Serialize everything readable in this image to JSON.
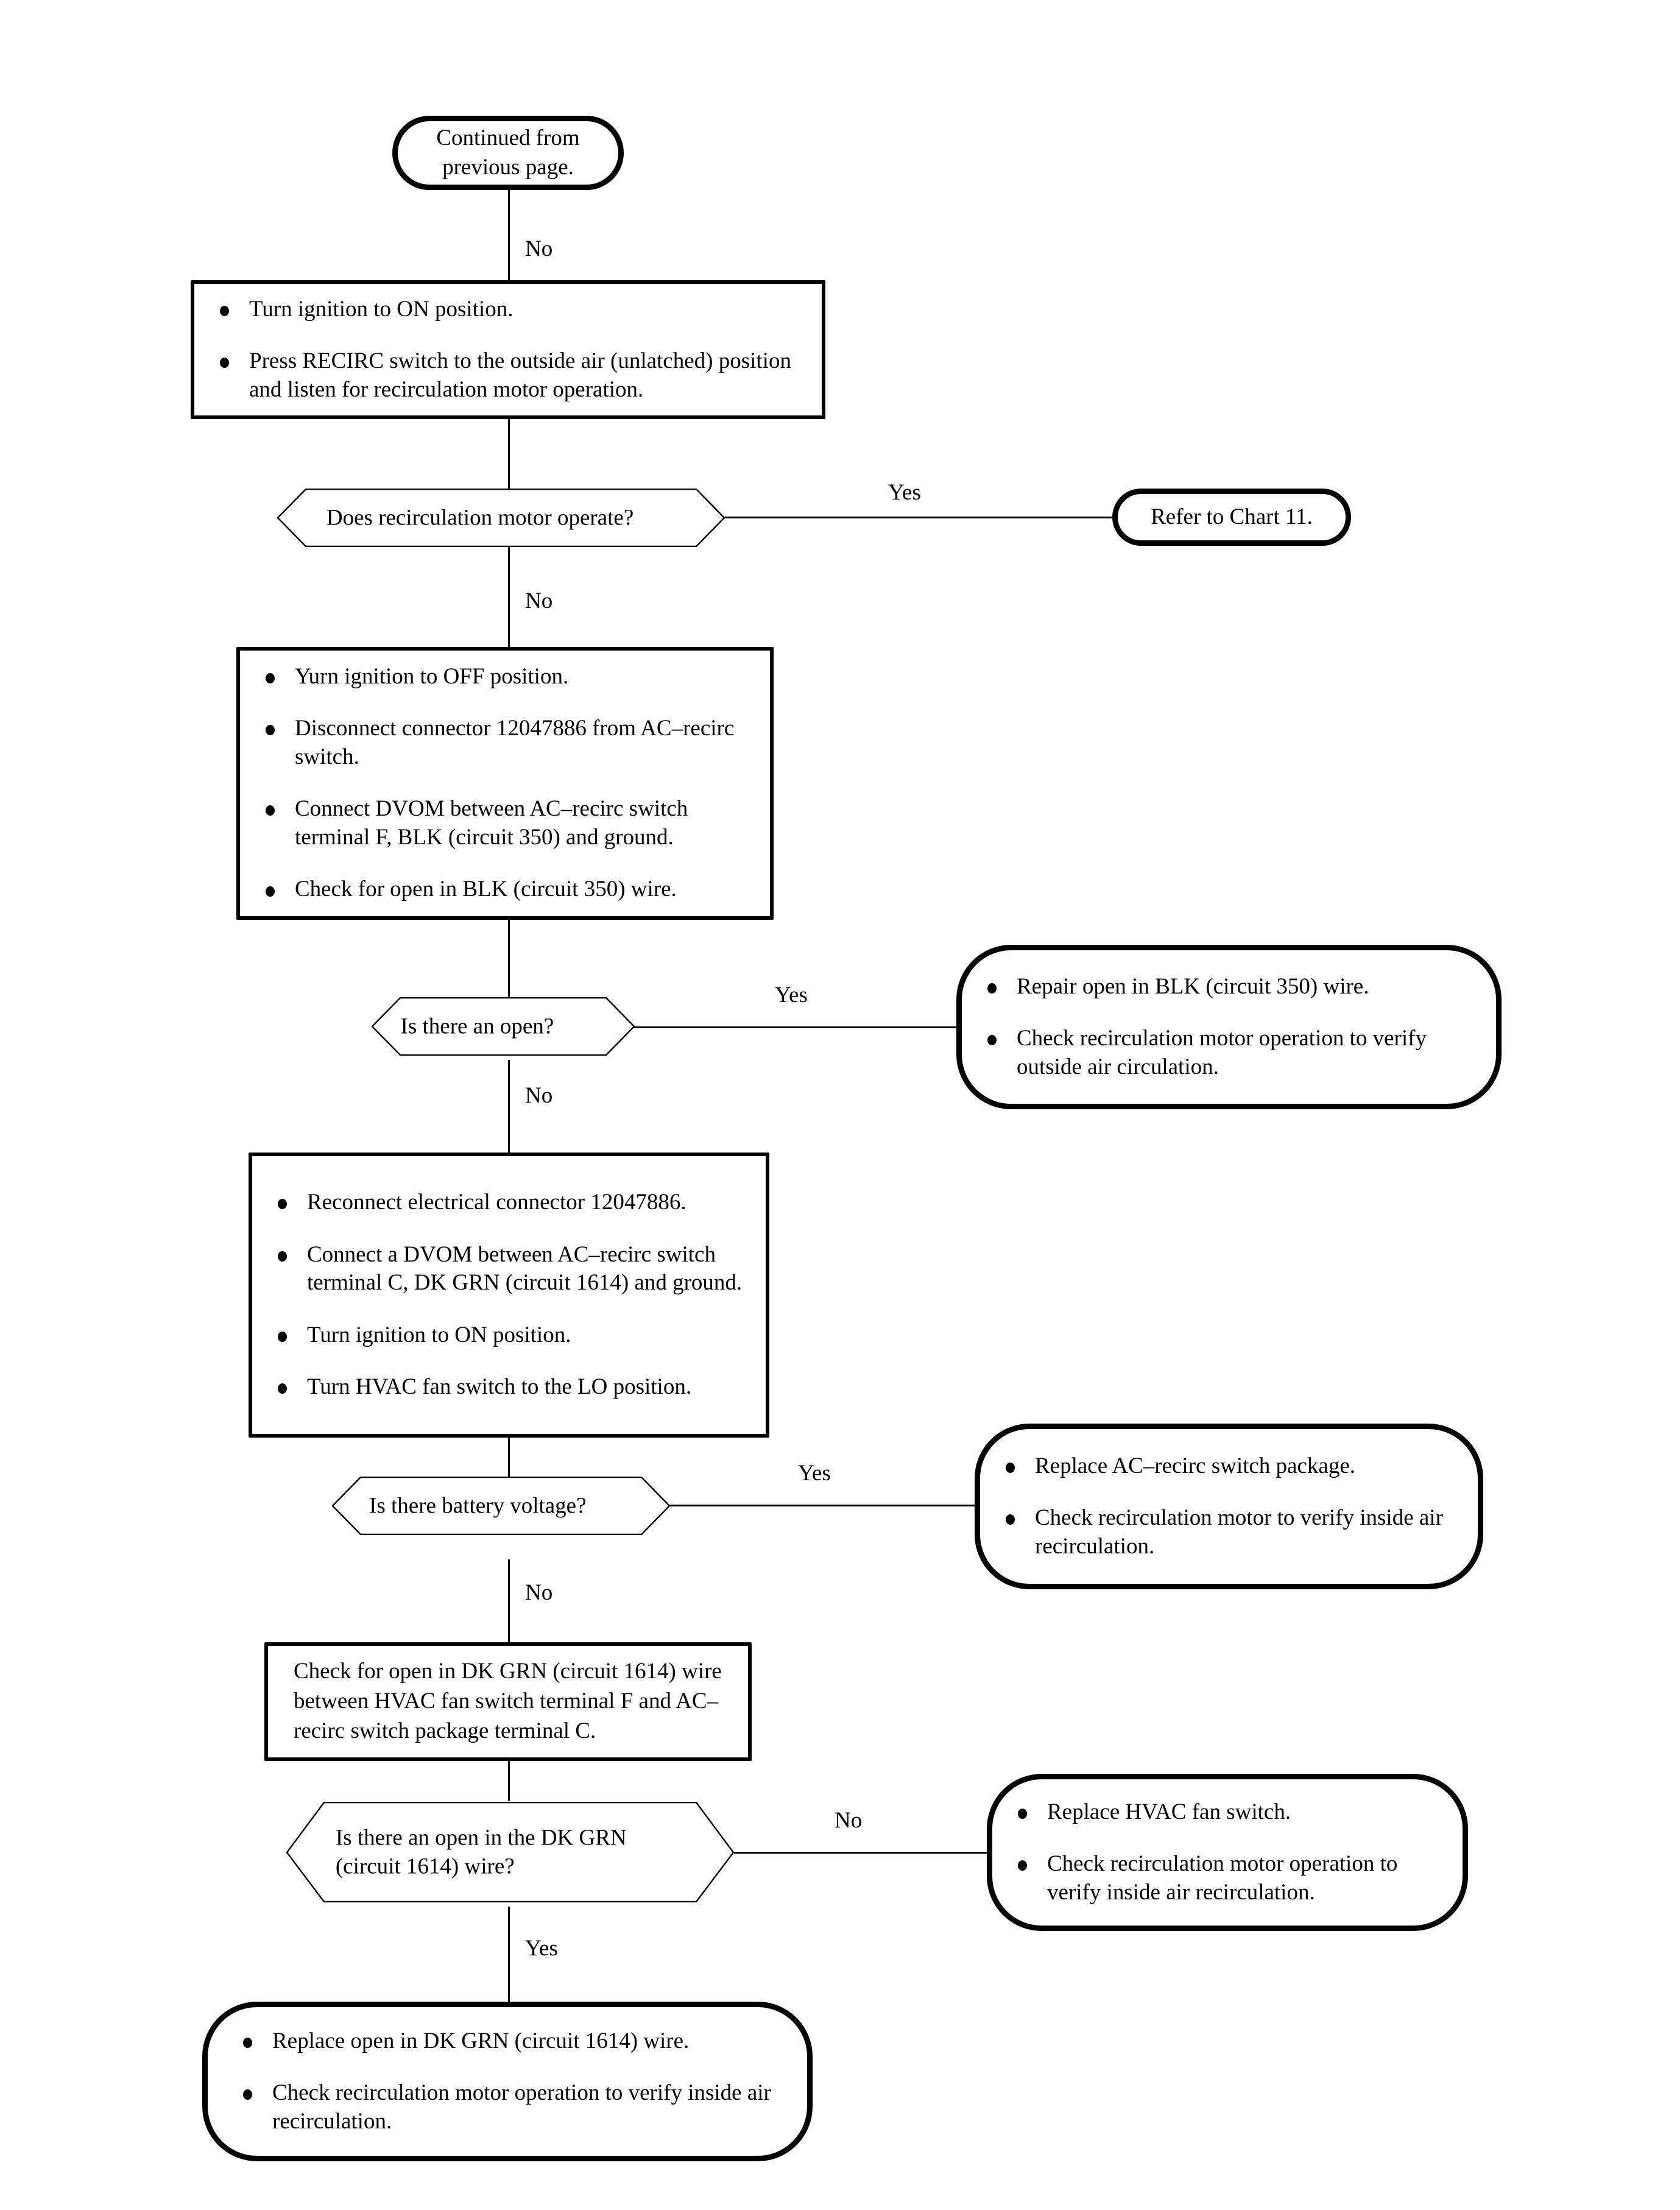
{
  "diagram": {
    "type": "flowchart",
    "title": "AC-recirc / HVAC recirculation motor diagnostic chart",
    "orientation": "top-to-bottom",
    "colors": {
      "stroke": "#000000",
      "background": "#ffffff",
      "text": "#000000"
    }
  },
  "nodes": {
    "start": {
      "shape": "terminator",
      "line1": "Continued from",
      "line2": "previous page."
    },
    "step1": {
      "shape": "process",
      "bullets": [
        "Turn ignition to ON position.",
        "Press RECIRC switch to the outside air (unlatched) position and listen for recirculation motor operation."
      ]
    },
    "decision1": {
      "shape": "decision",
      "text": "Does recirculation motor operate?"
    },
    "chart11": {
      "shape": "terminator",
      "text": "Refer to Chart 11."
    },
    "step2": {
      "shape": "process",
      "bullets": [
        "Yurn ignition to OFF position.",
        "Disconnect connector 12047886 from AC–recirc switch.",
        "Connect DVOM between AC–recirc switch terminal F, BLK (circuit 350) and ground.",
        "Check for open in BLK (circuit 350) wire."
      ]
    },
    "decision2": {
      "shape": "decision",
      "text": "Is there an open?"
    },
    "result1": {
      "shape": "terminator",
      "bullets": [
        "Repair open in BLK (circuit 350) wire.",
        "Check recirculation motor operation to verify outside air circulation."
      ]
    },
    "step3": {
      "shape": "process",
      "bullets": [
        "Reconnect electrical connector 12047886.",
        "Connect a DVOM between AC–recirc switch terminal C, DK GRN (circuit 1614) and ground.",
        "Turn ignition to ON position.",
        "Turn HVAC fan switch to the LO position."
      ]
    },
    "decision3": {
      "shape": "decision",
      "text": "Is there battery voltage?"
    },
    "result2": {
      "shape": "terminator",
      "bullets": [
        "Replace AC–recirc switch package.",
        "Check recirculation motor to verify inside air recirculation."
      ]
    },
    "step4": {
      "shape": "process",
      "text": "Check for open in DK GRN (circuit 1614) wire between HVAC fan switch terminal F and AC–recirc switch package terminal C."
    },
    "decision4": {
      "shape": "decision",
      "line1": "Is there an open in the DK GRN",
      "line2": "(circuit 1614) wire?"
    },
    "result3": {
      "shape": "terminator",
      "bullets": [
        "Replace HVAC fan switch.",
        "Check recirculation motor operation to verify inside air recirculation."
      ]
    },
    "result4": {
      "shape": "terminator",
      "bullets": [
        "Replace open in DK GRN (circuit 1614) wire.",
        "Check recirculation motor operation to verify inside air recirculation."
      ]
    }
  },
  "edges": {
    "start_to_step1": "No",
    "decision1_yes": "Yes",
    "decision1_no": "No",
    "decision2_yes": "Yes",
    "decision2_no": "No",
    "decision3_yes": "Yes",
    "decision3_no": "No",
    "decision4_no": "No",
    "decision4_yes": "Yes"
  }
}
